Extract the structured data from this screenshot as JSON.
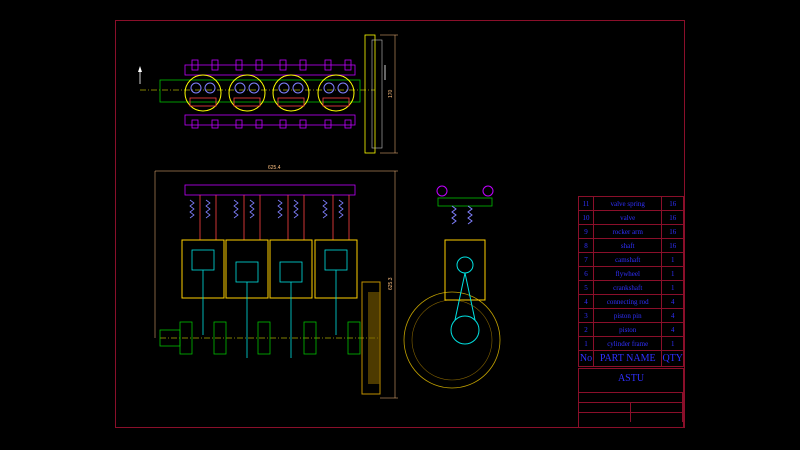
{
  "drawing": {
    "dimensions": {
      "overall_width": "625.4",
      "overall_height": "625.3",
      "top_view_height": "170"
    }
  },
  "bom": {
    "header": {
      "no": "No",
      "name": "PART NAME",
      "qty": "QTY"
    },
    "rows": [
      {
        "no": "11",
        "name": "valve spring",
        "qty": "16"
      },
      {
        "no": "10",
        "name": "valve",
        "qty": "16"
      },
      {
        "no": "9",
        "name": "rocker arm",
        "qty": "16"
      },
      {
        "no": "8",
        "name": "shaft",
        "qty": "16"
      },
      {
        "no": "7",
        "name": "camshaft",
        "qty": "1"
      },
      {
        "no": "6",
        "name": "flywheel",
        "qty": "1"
      },
      {
        "no": "5",
        "name": "crankshaft",
        "qty": "1"
      },
      {
        "no": "4",
        "name": "connecting rod",
        "qty": "4"
      },
      {
        "no": "3",
        "name": "piston pin",
        "qty": "4"
      },
      {
        "no": "2",
        "name": "piston",
        "qty": "4"
      },
      {
        "no": "1",
        "name": "cylinder frame",
        "qty": "1"
      }
    ]
  },
  "title_block": {
    "org": "ASTU"
  }
}
